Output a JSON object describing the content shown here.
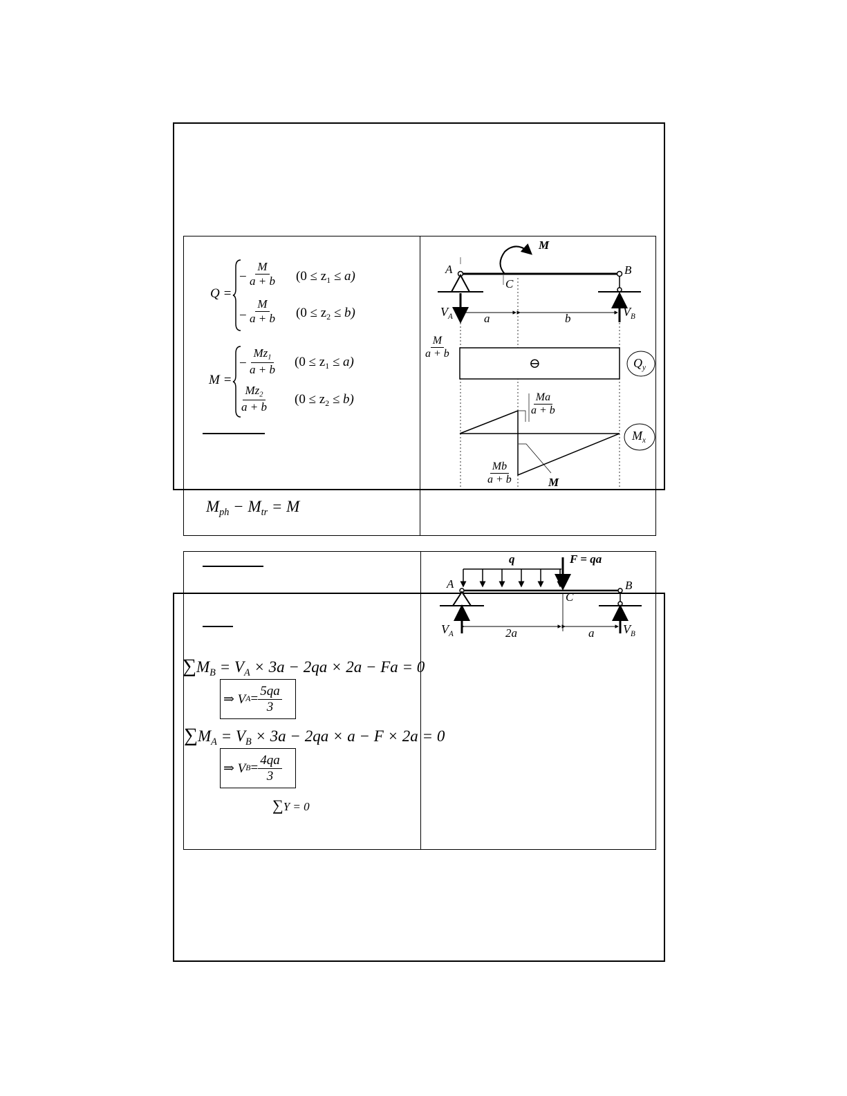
{
  "block1": {
    "Q_lhs": "Q =",
    "M_lhs": "M =",
    "q_row1_num": "M",
    "q_row1_den": "a + b",
    "q_row1_range": "(0 ≤ z",
    "q_row1_range_sub": "1",
    "q_row1_range_tail": " ≤ a)",
    "q_row2_num": "M",
    "q_row2_den": "a + b",
    "q_row2_range": "(0 ≤ z",
    "q_row2_range_sub": "2",
    "q_row2_range_tail": " ≤ b)",
    "m_row1_num": "Mz",
    "m_row1_num_sub": "1",
    "m_row1_den": "a + b",
    "m_row1_range": "(0 ≤ z",
    "m_row1_range_sub": "1",
    "m_row1_range_tail": " ≤ a)",
    "m_row2_num": "Mz",
    "m_row2_num_sub": "2",
    "m_row2_den": "a + b",
    "m_row2_range": "(0 ≤ z",
    "m_row2_range_sub": "2",
    "m_row2_range_tail": " ≤ b)",
    "check_eq": {
      "a": "M",
      "a_sub": "ph",
      "op": " − M",
      "b_sub": "tr",
      "rhs": " = M"
    }
  },
  "diagram1": {
    "label_M_top": "M",
    "label_A": "A",
    "label_B": "B",
    "label_C": "C",
    "label_VA": "V",
    "label_VA_sub": "A",
    "label_VB": "V",
    "label_VB_sub": "B",
    "label_a": "a",
    "label_b": "b",
    "q_left_num": "M",
    "q_left_den": "a + b",
    "q_sign": "⊖",
    "q_tag": "Q",
    "q_tag_sub": "y",
    "m_top_num": "Ma",
    "m_top_den": "a + b",
    "m_bot_num": "Mb",
    "m_bot_den": "a + b",
    "m_tag": "M",
    "m_tag_sub": "x",
    "m_jump_label": "M"
  },
  "block2": {
    "eq1": {
      "sum": "∑",
      "lhs": "M",
      "lhs_sub": "B",
      "rhs": " = V",
      "rhs_sub": "A",
      "tail": " × 3a − 2qa × 2a − Fa = 0"
    },
    "res1": {
      "arrow": "⇒ V",
      "sub": "A",
      "eq": " = ",
      "num": "5qa",
      "den": "3"
    },
    "eq2": {
      "sum": "∑",
      "lhs": "M",
      "lhs_sub": "A",
      "rhs": " = V",
      "rhs_sub": "B",
      "tail": " × 3a − 2qa × a − F × 2a = 0"
    },
    "res2": {
      "arrow": "⇒ V",
      "sub": "B",
      "eq": " = ",
      "num": "4qa",
      "den": "3"
    },
    "eq3": {
      "sum": "∑",
      "lhs": "Y = 0"
    }
  },
  "diagram2": {
    "label_q": "q",
    "label_F": "F = qa",
    "label_A": "A",
    "label_B": "B",
    "label_C": "C",
    "label_VA": "V",
    "label_VA_sub": "A",
    "label_VB": "V",
    "label_VB_sub": "B",
    "label_2a": "2a",
    "label_a": "a"
  }
}
